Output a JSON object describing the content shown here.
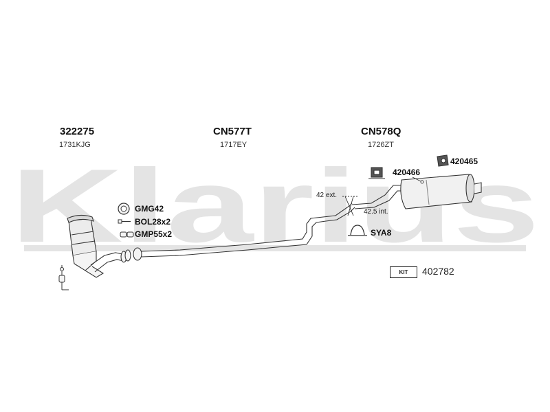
{
  "watermark": {
    "text": "Klarius"
  },
  "parts": [
    {
      "id": "cat",
      "number": "322275",
      "ref": "1731KJG"
    },
    {
      "id": "mid",
      "number": "CN577T",
      "ref": "1717EY"
    },
    {
      "id": "rear",
      "number": "CN578Q",
      "ref": "1726ZT"
    }
  ],
  "accessories": {
    "gasket": "GMG42",
    "bolts": "BOL28x2",
    "clamps": "GMP55x2",
    "mount_a": "420466",
    "mount_b": "420465",
    "hanger": "SYA8"
  },
  "dimensions": {
    "ext": "42 ext.",
    "int": "42.5 int."
  },
  "kit": {
    "badge": "KIT",
    "number": "402782"
  },
  "colors": {
    "watermark": "#e4e4e4",
    "line": "#333333",
    "fill": "#f4f4f4"
  }
}
